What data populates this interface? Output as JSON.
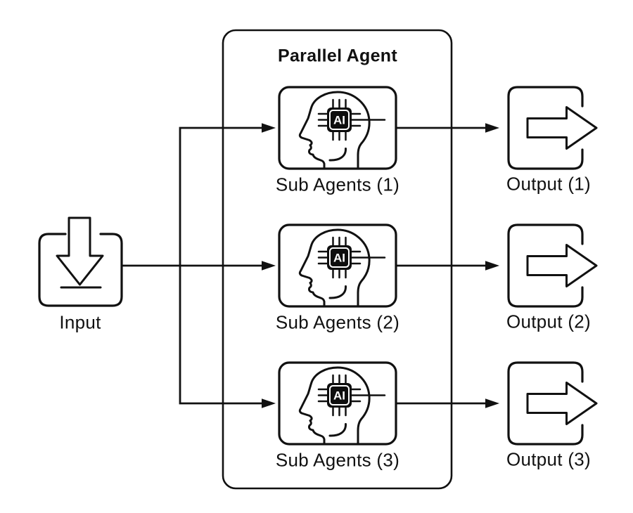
{
  "diagram": {
    "title": "Parallel Agent",
    "colors": {
      "stroke": "#111111",
      "background": "#ffffff",
      "chip_fill": "#0d0d0d",
      "chip_text_color": "#ffffff"
    },
    "input": {
      "label": "Input",
      "icon": "download-into-tray-icon"
    },
    "sub_agents": [
      {
        "label": "Sub Agents (1)",
        "chip_label": "AI",
        "icon": "ai-head-chip-icon"
      },
      {
        "label": "Sub Agents (2)",
        "chip_label": "AI",
        "icon": "ai-head-chip-icon"
      },
      {
        "label": "Sub Agents (3)",
        "chip_label": "AI",
        "icon": "ai-head-chip-icon"
      }
    ],
    "outputs": [
      {
        "label": "Output (1)",
        "icon": "export-arrow-icon"
      },
      {
        "label": "Output (2)",
        "icon": "export-arrow-icon"
      },
      {
        "label": "Output (3)",
        "icon": "export-arrow-icon"
      }
    ]
  }
}
